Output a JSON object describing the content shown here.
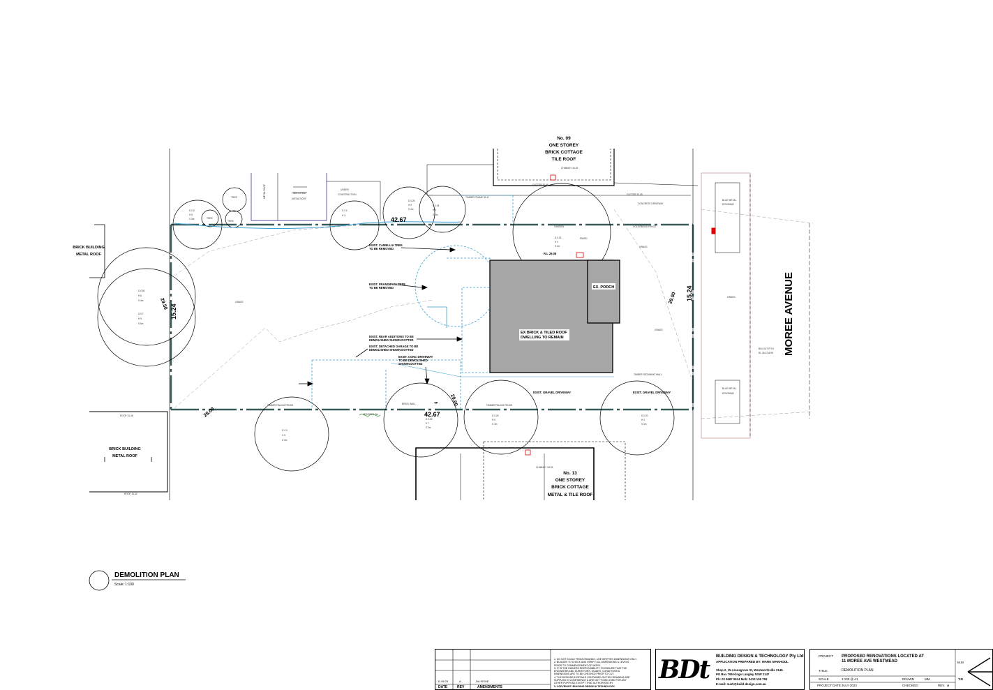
{
  "neighbours": {
    "no09": [
      "No. 09",
      "ONE STOREY",
      "BRICK COTTAGE",
      "TILE ROOF"
    ],
    "no13": [
      "No. 13",
      "ONE STOREY",
      "BRICK COTTAGE",
      "METAL & TILE ROOF"
    ],
    "left_top": [
      "BRICK BUILDING",
      "METAL ROOF"
    ],
    "left_bottom": [
      "BRICK BUILDING",
      "METAL ROOF"
    ]
  },
  "street": "MOREE AVENUE",
  "dimensions": {
    "top_boundary": "42.67",
    "bottom_boundary": "42.67",
    "left_width": "15.24",
    "right_width": "15.24",
    "left_bearing": "29.50",
    "right_bearing": "29.00",
    "bottom_left_bearing": "28.00",
    "bottom_mid_bearing": "29.00"
  },
  "buildings": {
    "dwelling": [
      "EX BRICK & TILED ROOF",
      "DWELLING TO REMAIN"
    ],
    "porch": "EX. PORCH"
  },
  "notes": {
    "camellia": [
      "EXIST. CAMELLIA TREE",
      "TO BE REMOVED"
    ],
    "frangipani": [
      "EXIST. FRANGIPANI TREE",
      "TO BE REMOVED"
    ],
    "rear_additions": [
      "EXIST. REAR ADDITIONS TO BE",
      "DEMOLISHED SHOWN DOTTED"
    ],
    "garage": [
      "EXIST. DETACHED GARAGE TO BE",
      "DEMOLISHED SHOWN DOTTED"
    ],
    "conc_driveway": [
      "EXIST. CONC DRIVEWAY",
      "TO BE DEMOLISHED",
      "SHOWN DOTTED"
    ],
    "gravel1": "EXIST. GRAVEL DRIVEWAY",
    "gravel2": "EXIST. GRAVEL DRIVEWAY",
    "rl": "R.L 29.08",
    "tp": "TP",
    "timber_frame": "TIMBER FRAME 32.47",
    "chimney_top": "CHIMNEY 34.46",
    "chimney_bottom": "CHIMNEY 34.33",
    "gutter_top": "GUTTER 30.69",
    "gutter_top2": "GUTTER 32.45",
    "concrete_driveway": "CONCRETE DRIVEWAY",
    "colorbond": "COLORBOND FENCE",
    "grass": "GRASS",
    "garden": "GARDEN",
    "paved": "PAVED",
    "timber_paling_fence": "TIMBER PALING FENCE",
    "timber_retaining_wall": "TIMBER RETAINING WALL",
    "brick_wall": "BRICK WALL",
    "hedges": "HEDGES 1.3m",
    "blue_metal_driveway_top": [
      "BLUE METAL",
      "DRIVEWAY"
    ],
    "blue_metal_driveway_bottom": [
      "BLUE METAL",
      "DRIVEWAY"
    ],
    "under_construction": [
      "UNDER",
      "CONSTRUCTION"
    ],
    "fibro_metal": [
      "FIBRO SHED",
      "METAL ROOF"
    ],
    "metal_roof": "METAL ROOF",
    "roof_left": "ROOF 31.48",
    "roof_bottom_left": "ROOF 31.32",
    "trees_top": [
      "TREE",
      "TREE",
      "TREE"
    ],
    "tree_left_1": [
      "D 0.50",
      "H 6",
      "S 4m"
    ],
    "tree_left_2": [
      "D 0.7",
      "H 9",
      "S 6m"
    ],
    "tree_top_1": [
      "D 0.5",
      "H 5",
      "S 3m"
    ],
    "tree_top_2": [
      "D 0.2",
      "H 3"
    ],
    "tree_top_3": [
      "D 0.25",
      "H 5",
      "S 4m"
    ],
    "tree_top_4": [
      "D 0.35",
      "H 5",
      "S 3m"
    ],
    "tree_garden": [
      "D 0.15",
      "H 3",
      "S 3m"
    ],
    "tree_bottom_1": [
      "D 0.3",
      "H 5",
      "S 3m"
    ],
    "tree_bottom_2": [
      "D 0.35",
      "H 7",
      "S 3m"
    ],
    "tree_bottom_3": [
      "D 0.25",
      "H 5",
      "S 3m"
    ],
    "tree_bottom_4": [
      "D 0.20",
      "H 3",
      "S 3m"
    ],
    "bin": [
      "BIN OUT PITH",
      "RL 26.12 AHD"
    ]
  },
  "plan_title": {
    "title": "DEMOLITION PLAN",
    "scale": "Scale: 1:100"
  },
  "revisions": {
    "row_date": "11.08.23",
    "row_rev": "A",
    "row_amendment": "DA ISSUE",
    "headers": [
      "DATE",
      "REV",
      "AMENDMENTS"
    ]
  },
  "notes_block": [
    "1. DO NOT SCALE FROM DRAWING, USE WRITTEN DIMENSIONS ONLY.",
    "2. BUILDER TO CHECK AND VERIFY ALL DIMENSIONS & LEVELS",
    "   PRIOR TO COMMENCEMENT OF WORK.",
    "3. IT IS THE OWNERS RESPONSIBILITY TO ENSURE THAT THE",
    "   ENGINEERS AND SURVEYORS, GUIDES, CONDITIONS &",
    "   DIMENSIONS ARE TO BE CHECKED PRIOR TO CUT.",
    "4. THE DESIGNS & DETAILS CONTAINED ON THIS DRAWING ARE",
    "   SUPPLIED IN CONFIDENCE & ARE NOT TO BE USED FOR ANY",
    "   OTHER PURPOSE EXCEPT THAT AUTHORISED BY",
    "5. COPYRIGHT: BUILDING DESIGN & TECHNOLOGY."
  ],
  "company": {
    "logo": "BDt",
    "name": "BUILDING DESIGN & TECHNOLOGY Pty Ltd",
    "prepared": "APPLICATION PREPARED BY: MARK MAKHOUL",
    "address1": "Shop 2, 15 Aransgrove St, Wentworthville 2145.",
    "address2": "PO Box 795 Kings Langley NSW 2147",
    "phone": "Ph: 02 9687 0614 Mob: 0412 109 759",
    "email": "E-mail: mark@build-design.com.au"
  },
  "project": {
    "project_label": "PROJECT",
    "project_line1": "PROPOSED RENOVATIONS LOCATED AT",
    "project_line2": "11 MOREE AVE WESTMEAD",
    "title_label": "TITLE:",
    "title": "DEMOLITION PLAN",
    "scale_label": "SCALE",
    "scale": "1:100 @ A1",
    "drawn_label": "DRAWN",
    "drawn": "MM",
    "date_label": "PROJECT DATE :",
    "date": "JULY 2023",
    "checked_label": "CHECKED :",
    "rev_label": "REV.",
    "rev": "A",
    "north_mm": "M.M",
    "north_tn": "T.N"
  }
}
